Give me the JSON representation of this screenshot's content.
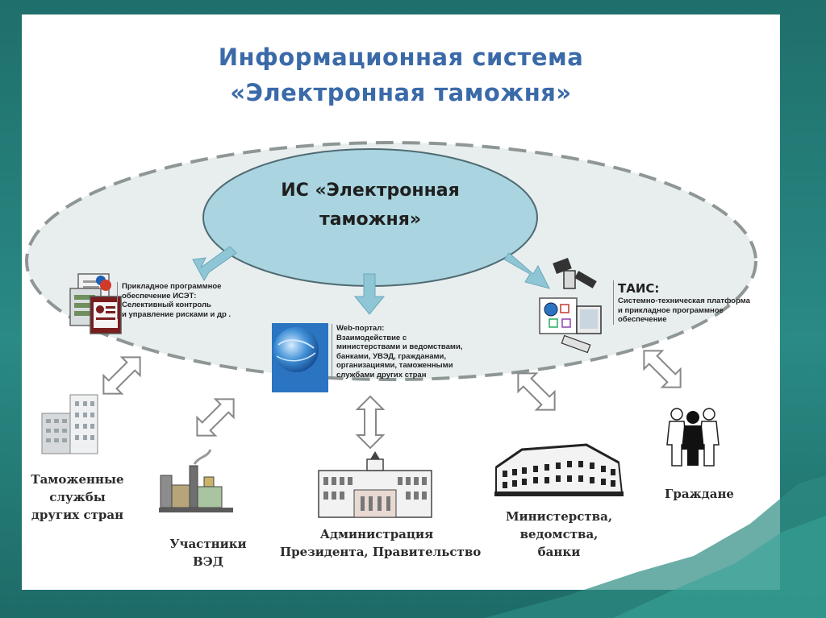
{
  "title": {
    "line1": "Информационная система",
    "line2": "«Электронная таможня»"
  },
  "center": {
    "line1": "ИС «Электронная",
    "line2": "таможня»"
  },
  "modules": {
    "iset": {
      "lines": [
        "Прикладное программное",
        "обеспечение ИСЭТ:",
        "Селективный контроль",
        "и управление рисками и др ."
      ]
    },
    "web": {
      "lines": [
        "Web-портал:",
        "Взаимодействие с",
        "министерствами и ведомствами,",
        "банками, УВЭД, гражданами,",
        "организациями, таможенными",
        "службами других стран"
      ]
    },
    "tais": {
      "title": "ТАИС:",
      "lines": [
        "Системно-техническая платформа",
        "и прикладное программное",
        "обеспечение"
      ]
    }
  },
  "actors": {
    "customs": {
      "lines": [
        "Таможенные",
        "службы",
        "других стран"
      ]
    },
    "ved": {
      "lines": [
        "Участники",
        "ВЭД"
      ]
    },
    "admin": {
      "lines": [
        "Администрация",
        "Президента, Правительство"
      ]
    },
    "ministries": {
      "lines": [
        "Министерства,",
        "ведомства,",
        "банки"
      ]
    },
    "citizens": {
      "lines": [
        "Граждане"
      ]
    }
  },
  "colors": {
    "background": "#1f6f6c",
    "title": "#3b6aa8",
    "ellipse_fill": "#e8eeee",
    "ellipse_stroke": "#8e9696",
    "center_fill": "#a9d4e0",
    "arrow_blue": "#8fc6d6"
  }
}
